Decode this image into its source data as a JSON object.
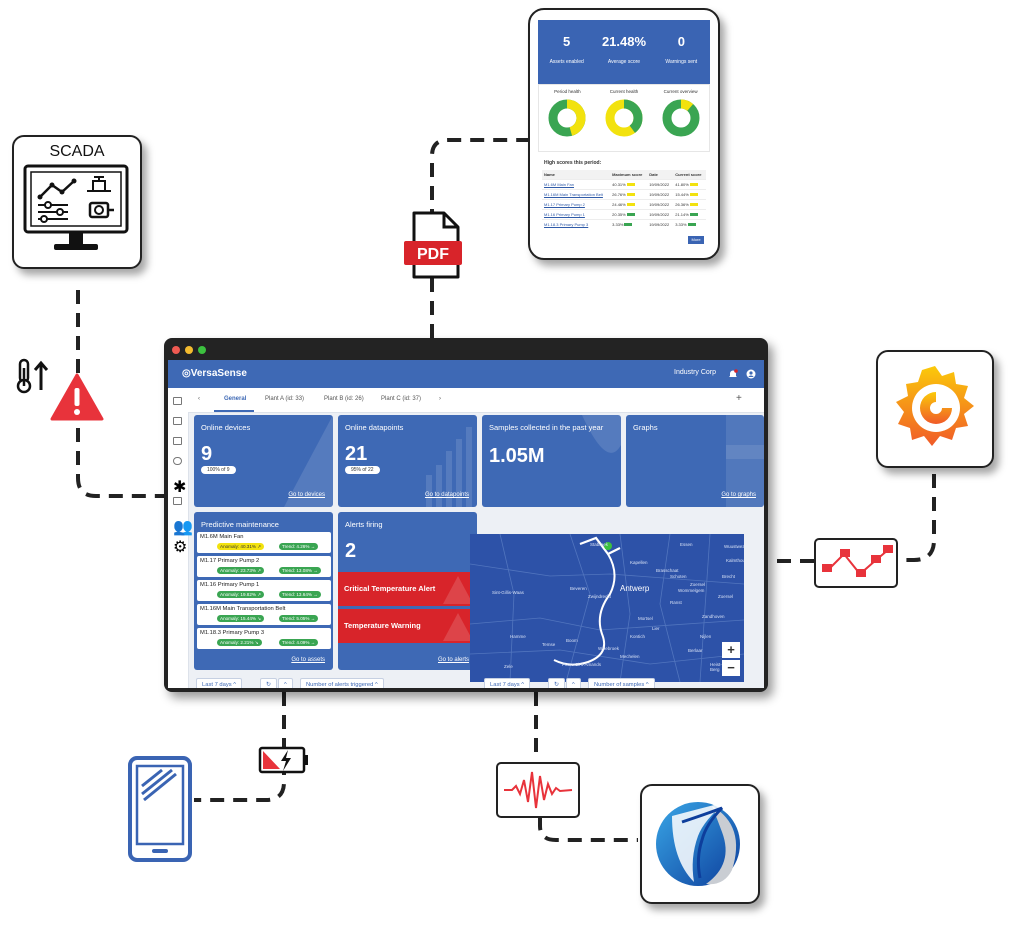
{
  "scada": {
    "title": "SCADA"
  },
  "report": {
    "stats": [
      {
        "value": "5",
        "label": "Assets enabled"
      },
      {
        "value": "21.48%",
        "label": "Average score"
      },
      {
        "value": "0",
        "label": "Warnings sent"
      }
    ],
    "charts": [
      "Period health",
      "Current health",
      "Current overview"
    ],
    "subtitle": "High scores this period:",
    "columns": [
      "Name",
      "Maximum score",
      "Date",
      "Current score"
    ],
    "rows": [
      {
        "name": "M1.6M Main Fan",
        "max": "40.31%",
        "date": "19/09/2022",
        "current": "41.80%",
        "color": "#f2e20e"
      },
      {
        "name": "M1.16M Main Transportation Belt",
        "max": "26.76%",
        "date": "19/09/2022",
        "current": "15.44%",
        "color": "#f2e20e"
      },
      {
        "name": "M1.17 Primary Pump 2",
        "max": "24.46%",
        "date": "19/09/2022",
        "current": "26.36%",
        "color": "#f2e20e"
      },
      {
        "name": "M1.16 Primary Pump 1",
        "max": "20.35%",
        "date": "19/09/2022",
        "current": "21.14%",
        "color": "#3aa552"
      },
      {
        "name": "M1.18.3 Primary Pump 3",
        "max": "3.33%",
        "date": "19/09/2022",
        "current": "3.33%",
        "color": "#3aa552"
      }
    ],
    "more": "More"
  },
  "pdf_label": "PDF",
  "app": {
    "brand": "VersaSense",
    "org": "Industry Corp",
    "tabs": [
      "General",
      "Plant A (id: 33)",
      "Plant B (id: 26)",
      "Plant C (id: 37)"
    ],
    "add_tab": "+",
    "cards": {
      "online_devices": {
        "title": "Online devices",
        "value": "9",
        "pill": "100% of 9",
        "link": "Go to devices"
      },
      "online_datapoints": {
        "title": "Online datapoints",
        "value": "21",
        "pill": "95% of 22",
        "link": "Go to datapoints"
      },
      "samples": {
        "title": "Samples collected in the past year",
        "value": "1.05M"
      },
      "graphs": {
        "title": "Graphs",
        "link": "Go to graphs"
      }
    },
    "predictive": {
      "title": "Predictive maintenance",
      "items": [
        {
          "name": "M1.6M Main Fan",
          "anomaly": "Anomaly: 40.31% ↗",
          "trend": "Trend: 4.26% →",
          "anomaly_color": "#f2e20e"
        },
        {
          "name": "M1.17 Primary Pump 2",
          "anomaly": "Anomaly: 23.73% ↗",
          "trend": "Trend: 13.08% →",
          "anomaly_color": "#3aa552"
        },
        {
          "name": "M1.16 Primary Pump 1",
          "anomaly": "Anomaly: 19.82% ↗",
          "trend": "Trend: 13.64% →",
          "anomaly_color": "#3aa552"
        },
        {
          "name": "M1.16M Main Transportation Belt",
          "anomaly": "Anomaly: 15.44% ↘",
          "trend": "Trend: 5.05% →",
          "anomaly_color": "#3aa552"
        },
        {
          "name": "M1.18.3 Primary Pump 3",
          "anomaly": "Anomaly: 2.21% ↘",
          "trend": "Trend: 4.09% →",
          "anomaly_color": "#3aa552"
        }
      ],
      "link": "Go to assets"
    },
    "alerts": {
      "title": "Alerts firing",
      "value": "2",
      "items": [
        "Critical Temperature Alert",
        "Temperature Warning"
      ],
      "link": "Go to alerts"
    },
    "map": {
      "cities": [
        "Antwerp",
        "Sint-Gillis-Waas",
        "Beveren",
        "Zwijndrecht",
        "Mortsel",
        "Kontich",
        "Boom",
        "Temse",
        "Hamme",
        "Lier",
        "Zele",
        "Puurs-Sint-Amands",
        "Willebroek",
        "Mechelen",
        "Ranst",
        "Zoersel",
        "Kapellen",
        "Brasschaat",
        "Schoten",
        "Wommelgem",
        "Zandhoven",
        "Nijlen",
        "Berlaar",
        "Heist-op-den-Berg",
        "Stabroek",
        "Essen",
        "Wuustwezel",
        "Kalmthout",
        "Zoersel",
        "Brecht"
      ],
      "zoom_in": "+",
      "zoom_out": "−"
    },
    "footer_left": {
      "range": "Last 7 days",
      "metric": "Number of alerts triggered"
    },
    "footer_right": {
      "range": "Last 7 days",
      "metric": "Number of samples"
    }
  }
}
